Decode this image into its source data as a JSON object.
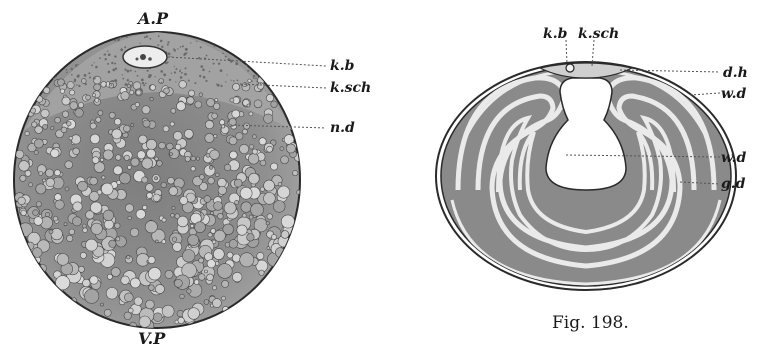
{
  "left_figure": {
    "labels": {
      "top_pole": "A.P",
      "bottom_pole": "V.P",
      "k_b": "k.b",
      "k_sch": "k.sch",
      "n_d": "n.d"
    }
  },
  "right_figure": {
    "labels": {
      "k_b": "k.b",
      "k_sch": "k.sch",
      "d_h": "d.h",
      "w_d_outer": "w.d",
      "w_d_inner": "w.d",
      "g_d": "g.d"
    },
    "caption": "Fig. 198."
  },
  "colors": {
    "ink": "#1a1a1a",
    "egg_fill": "#8d8d8d",
    "yolk_band_light": "#e8e8e8",
    "yolk_band_dark": "#8a8a8a"
  }
}
